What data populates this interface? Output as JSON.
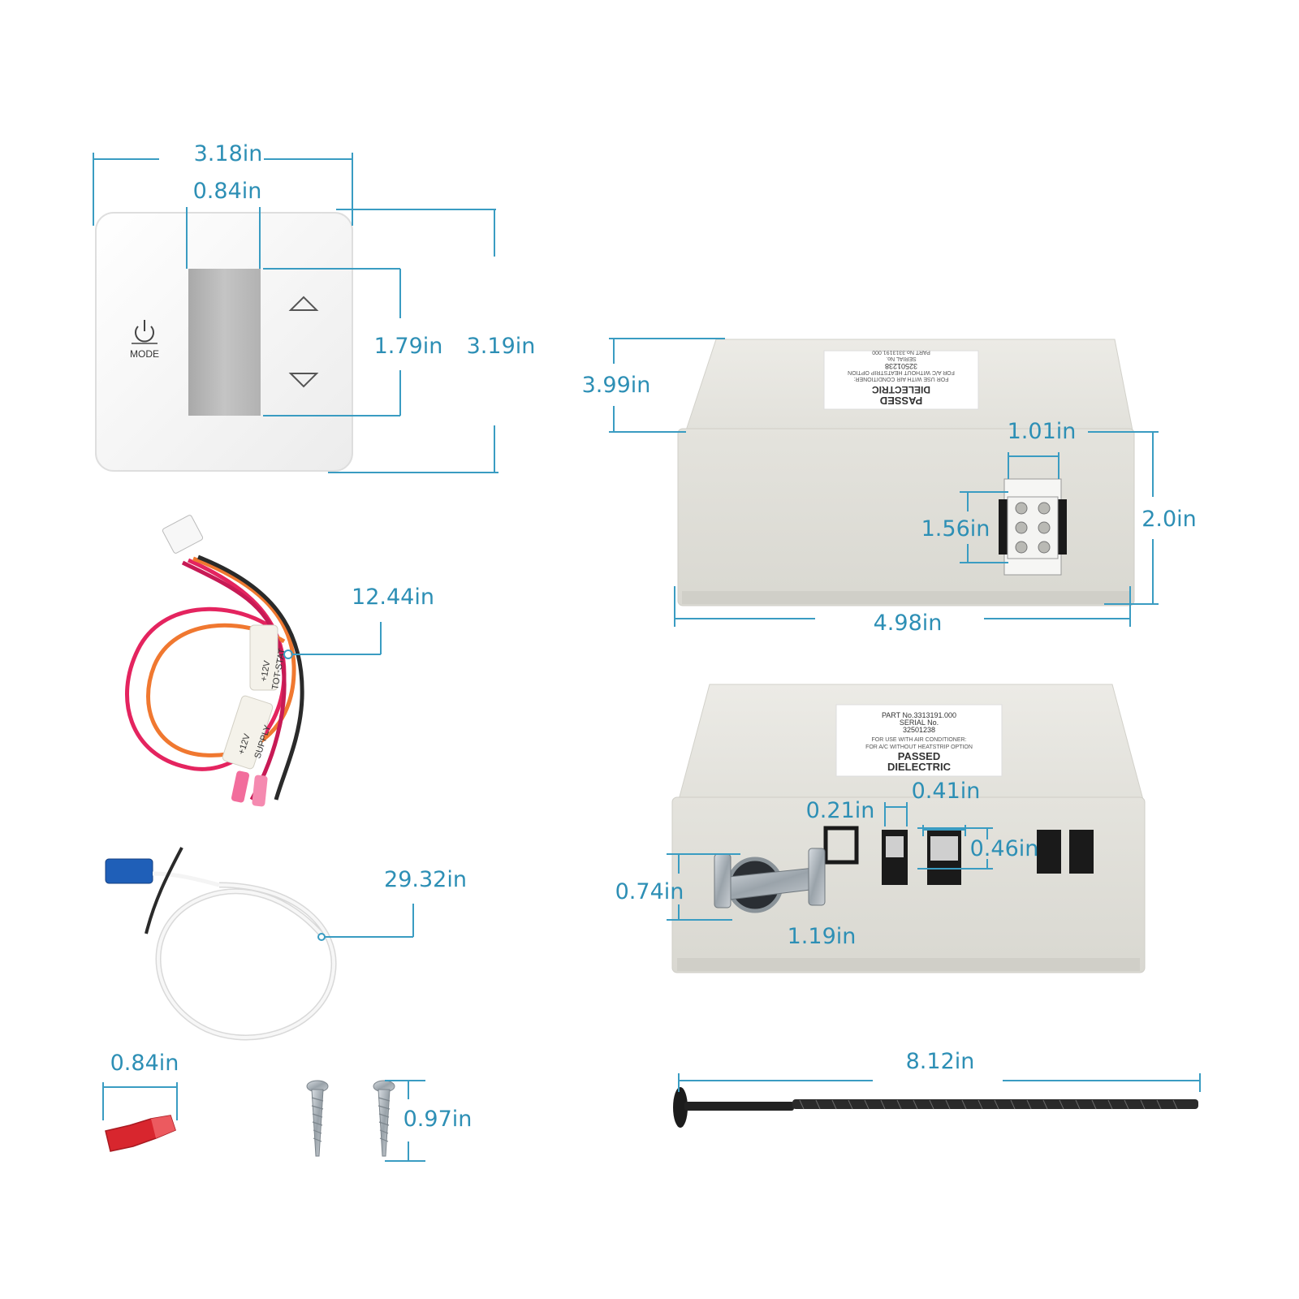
{
  "colors": {
    "dimension": "#2d8fb5",
    "thermostat_body": "#f6f6f6",
    "display": "#b8b8b8",
    "control_box": "#e6e5df",
    "wire_red": "#e4245f",
    "wire_orange": "#f07830",
    "wire_black": "#2a2a2a",
    "sensor_wire": "#f4f4f4",
    "sensor_connector": "#1f5fb8",
    "spade_connector": "#d8262e",
    "screw": "#a8aeb3",
    "mounting_rod": "#222222"
  },
  "thermostat": {
    "mode_label": "MODE",
    "width": "3.18in",
    "display_width": "0.84in",
    "display_height": "1.79in",
    "height": "3.19in"
  },
  "harness": {
    "length": "12.44in",
    "tag_1": "+12V",
    "tag_2": "TOT-STAT",
    "tag_3": "+12V",
    "tag_4": "SUPPLY"
  },
  "sensor": {
    "length": "29.32in"
  },
  "spade": {
    "length": "0.84in"
  },
  "screws": {
    "length": "0.97in"
  },
  "box_top": {
    "height": "3.99in",
    "plug_width": "1.01in",
    "plug_height": "1.56in",
    "face_height": "2.0in",
    "length": "4.98in",
    "label_line1": "PASSED",
    "label_line2": "DIELECTRIC",
    "label_line3": "FOR USE WITH AIR CONDITIONER:",
    "label_line4": "FOR A/C WITHOUT HEATSTRIP OPTION",
    "label_line5": "32501238",
    "label_line6": "SERIAL No.",
    "label_line7": "PART No.3313191.000"
  },
  "box_bottom": {
    "label_line1": "PART No.3313191.000",
    "label_line2": "SERIAL No.",
    "label_line3": "32501238",
    "label_line4": "FOR USE WITH AIR CONDITIONER:",
    "label_line5": "FOR A/C WITHOUT HEATSTRIP OPTION",
    "label_line6": "PASSED",
    "label_line7": "DIELECTRIC",
    "port_small": "0.21in",
    "port_large": "0.41in",
    "port_height": "0.46in",
    "clamp_height": "0.74in",
    "clamp_width": "1.19in"
  },
  "rod": {
    "length": "8.12in"
  }
}
